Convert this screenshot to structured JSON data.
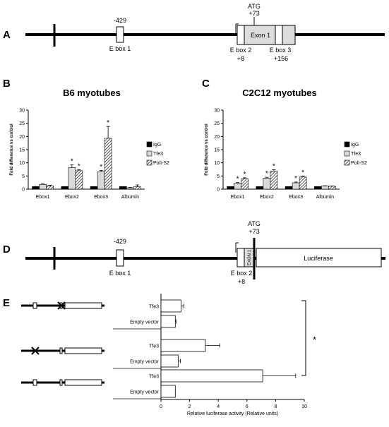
{
  "panels": {
    "A": {
      "letter": "A",
      "ebox1_pos": "-429",
      "ebox1_label": "E box 1",
      "atg_label": "ATG",
      "atg_pos": "+73",
      "exon_label": "Exon 1",
      "ebox2_label": "E box 2",
      "ebox2_pos": "+8",
      "ebox3_label": "E box 3",
      "ebox3_pos": "+156"
    },
    "D": {
      "letter": "D",
      "ebox1_pos": "-429",
      "ebox1_label": "E box 1",
      "atg_label": "ATG",
      "atg_pos": "+73",
      "exon_label": "EXON 1",
      "luciferase_label": "Luciferase",
      "ebox2_label": "E box 2",
      "ebox2_pos": "+8"
    },
    "E": {
      "letter": "E",
      "significance": "*"
    }
  },
  "chart_data": [
    {
      "panel": "B",
      "type": "bar",
      "title": "B6 myotubes",
      "ylabel": "Fold difference vs control",
      "xlabel": "",
      "ylim": [
        0,
        30
      ],
      "yticks": [
        0,
        5,
        10,
        15,
        20,
        25,
        30
      ],
      "categories": [
        "Ebox1",
        "Ebox2",
        "Ebox3",
        "Albumin"
      ],
      "series": [
        {
          "name": "IgG",
          "values": [
            1,
            1,
            1,
            1
          ],
          "errors": [
            0,
            0,
            0,
            0
          ],
          "stars": [
            "",
            "",
            "",
            ""
          ],
          "color": "#000000",
          "pattern": "solid"
        },
        {
          "name": "Tfe3",
          "values": [
            1.8,
            8.2,
            6.6,
            0.5
          ],
          "errors": [
            0.2,
            1.0,
            0.5,
            0.2
          ],
          "stars": [
            "",
            "*",
            "*",
            ""
          ],
          "color": "#d9d9d9",
          "pattern": "solid"
        },
        {
          "name": "PolI-S2",
          "values": [
            1.3,
            7.0,
            19.3,
            0.9
          ],
          "errors": [
            0.2,
            0.4,
            4.5,
            0.7
          ],
          "stars": [
            "",
            "*",
            "*",
            ""
          ],
          "color": "#ffffff",
          "pattern": "hatch"
        }
      ],
      "legend_position": "right"
    },
    {
      "panel": "C",
      "type": "bar",
      "title": "C2C12 myotubes",
      "ylabel": "Fold difference vs control",
      "xlabel": "",
      "ylim": [
        0,
        30
      ],
      "yticks": [
        0,
        5,
        10,
        15,
        20,
        25,
        30
      ],
      "categories": [
        "Ebox1",
        "Ebox2",
        "Ebox3",
        "Albumin"
      ],
      "series": [
        {
          "name": "IgG",
          "values": [
            1,
            1,
            1,
            1
          ],
          "errors": [
            0,
            0,
            0,
            0
          ],
          "stars": [
            "",
            "",
            "",
            ""
          ],
          "color": "#000000",
          "pattern": "solid"
        },
        {
          "name": "Tfe3",
          "values": [
            2.3,
            4.2,
            2.4,
            1.2
          ],
          "errors": [
            0.2,
            0.3,
            0.3,
            0.1
          ],
          "stars": [
            "*",
            "*",
            "*",
            ""
          ],
          "color": "#d9d9d9",
          "pattern": "solid"
        },
        {
          "name": "PolI-S2",
          "values": [
            4.0,
            6.9,
            4.6,
            1.1
          ],
          "errors": [
            0.3,
            0.5,
            0.4,
            0.1
          ],
          "stars": [
            "*",
            "*",
            "*",
            ""
          ],
          "color": "#ffffff",
          "pattern": "hatch"
        }
      ],
      "legend_position": "right"
    },
    {
      "panel": "E",
      "type": "bar",
      "orientation": "horizontal",
      "xlabel": "Relative luciferase activity (Relative units)",
      "ylabel": "",
      "xlim": [
        0,
        10
      ],
      "xticks": [
        0,
        2,
        4,
        6,
        8,
        10
      ],
      "categories": [
        "Tfe3",
        "Empty vector",
        "Tfe3",
        "Empty vector",
        "Tfe3",
        "Empty vector"
      ],
      "values": [
        1.4,
        1.0,
        3.1,
        1.2,
        7.1,
        1.0
      ],
      "errors": [
        0.2,
        0.05,
        1.0,
        0.15,
        2.3,
        0.0
      ],
      "color": "#ffffff"
    }
  ]
}
